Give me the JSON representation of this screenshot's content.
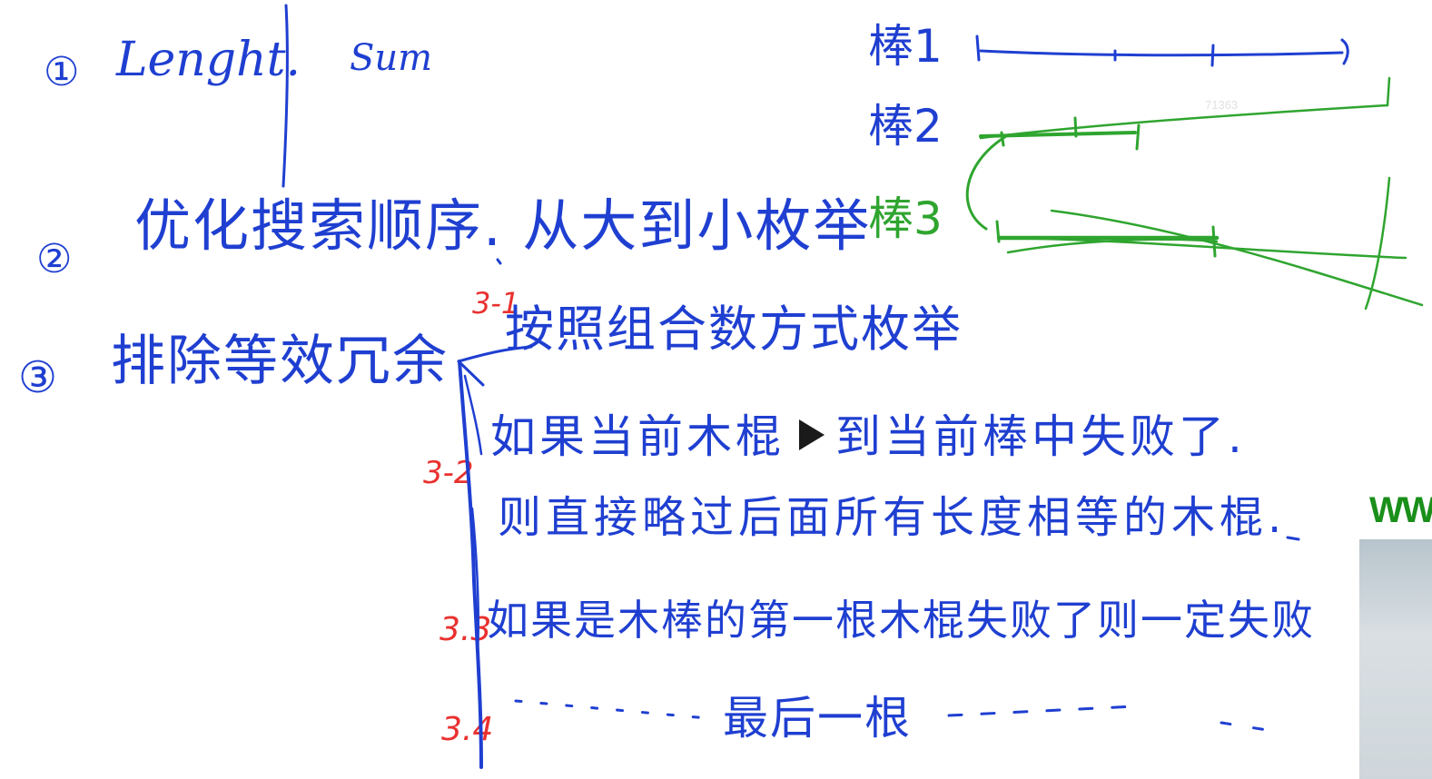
{
  "board": {
    "section1": {
      "num": "①",
      "word_left": "Lenght.",
      "word_right": "Sum"
    },
    "section2": {
      "num": "②",
      "text": "优化搜索顺序. 从大到小枚举"
    },
    "section3": {
      "num": "③",
      "text": "排除等效冗余"
    },
    "sub_labels": [
      "3-1",
      "3-2",
      "3.3",
      "3.4"
    ],
    "items": {
      "i1": "按照组合数方式枚举",
      "i2_line1": "如果当前木棍",
      "i2_line1b": "到当前棒中失败了.",
      "i2_line2": "则直接略过后面所有长度相等的木棍.",
      "i3": "如果是木棒的第一根木棍失败了则一定失败",
      "i4": "最后一根"
    },
    "sticks": {
      "s1": "棒1",
      "s2": "棒2",
      "s3": "棒3"
    },
    "watermark": "71363",
    "overlay_text": "WW"
  },
  "colors": {
    "ink_blue": "#1f3fd1",
    "ink_green": "#2fa52f",
    "ink_red": "#e8312f",
    "background": "#ffffff"
  }
}
